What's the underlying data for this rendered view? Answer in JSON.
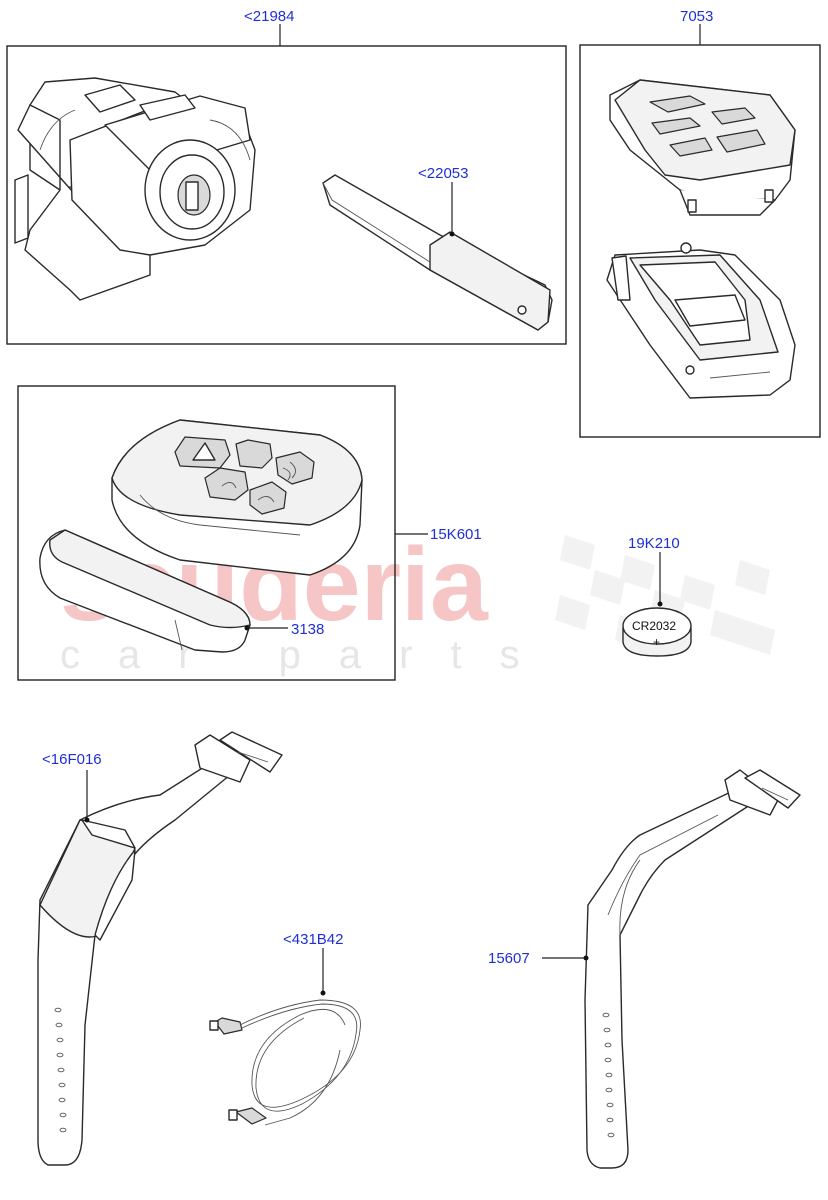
{
  "callouts": {
    "c21984": "<21984",
    "c7053": "7053",
    "c22053": "<22053",
    "c15K601": "15K601",
    "c3138": "3138",
    "c19K210": "19K210",
    "c16F016": "<16F016",
    "c431B42": "<431B42",
    "c15607": "15607"
  },
  "battery": {
    "model": "CR2032",
    "polarity": "+"
  },
  "watermark": {
    "brand": "scuderia",
    "tagline": "car parts"
  },
  "colors": {
    "callout_text": "#1f2fd8",
    "watermark_brand": "#f6c6c6",
    "watermark_tagline": "#e6e6e6"
  }
}
